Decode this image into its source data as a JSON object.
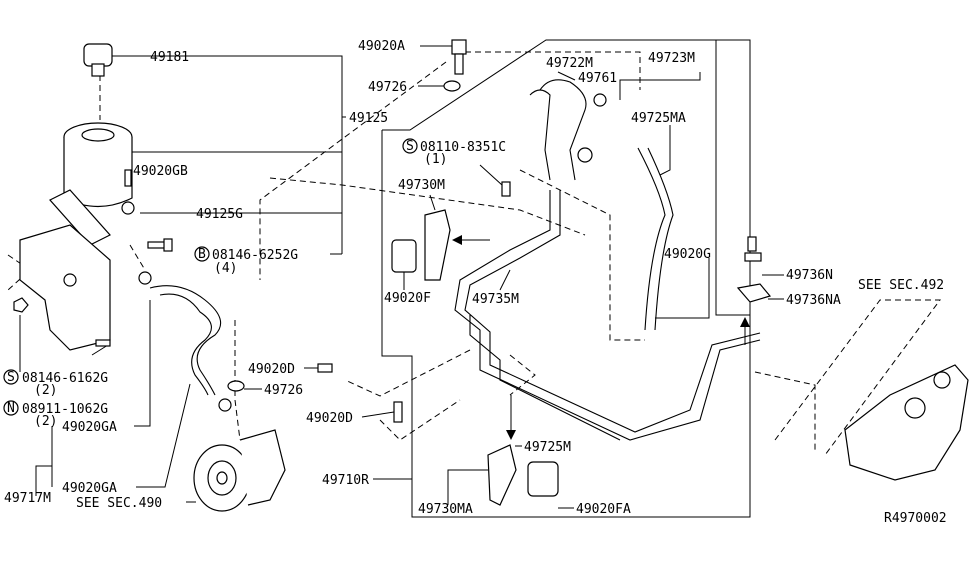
{
  "labels": {
    "p49181": "49181",
    "p49125": "49125",
    "p49020GB": "49020GB",
    "p49125G": "49125G",
    "p08146_6252G": "08146-6252G",
    "p08146_6252G_qty": "(4)",
    "p08146_6162G": "08146-6162G",
    "p08146_6162G_qty": "(2)",
    "p08911_1062G": "08911-1062G",
    "p08911_1062G_qty": "(2)",
    "p49020GA_1": "49020GA",
    "p49020GA_2": "49020GA",
    "p49717M": "49717M",
    "see_sec_490": "SEE SEC.490",
    "p49020A": "49020A",
    "p49726_top": "49726",
    "p08110_8351C": "08110-8351C",
    "p08110_8351C_qty": "(1)",
    "p49730M": "49730M",
    "p49020F": "49020F",
    "p49735M": "49735M",
    "p49722M": "49722M",
    "p49761": "49761",
    "p49723M": "49723M",
    "p49725MA": "49725MA",
    "p49020G": "49020G",
    "p49736N": "49736N",
    "p49736NA": "49736NA",
    "see_sec_492": "SEE SEC.492",
    "p49020D_1": "49020D",
    "p49726_mid": "49726",
    "p49020D_2": "49020D",
    "p49710R": "49710R",
    "p49725M": "49725M",
    "p49730MA": "49730MA",
    "p49020FA": "49020FA",
    "ref_code": "R4970002"
  },
  "circled_markers": {
    "s_marker": "S",
    "b_marker": "B",
    "n_marker": "N"
  }
}
